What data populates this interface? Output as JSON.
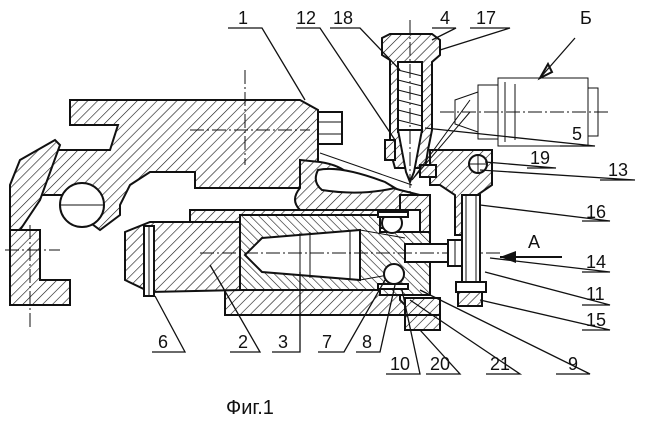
{
  "caption": "Фиг.1",
  "labels": {
    "n1": "1",
    "n2": "2",
    "n3": "3",
    "n4": "4",
    "n5": "5",
    "n6": "6",
    "n7": "7",
    "n8": "8",
    "n9": "9",
    "n10": "10",
    "n11": "11",
    "n12": "12",
    "n13": "13",
    "n14": "14",
    "n15": "15",
    "n16": "16",
    "n17": "17",
    "n18": "18",
    "n19": "19",
    "n20": "20",
    "n21": "21",
    "view_a": "А",
    "view_b": "Б"
  }
}
